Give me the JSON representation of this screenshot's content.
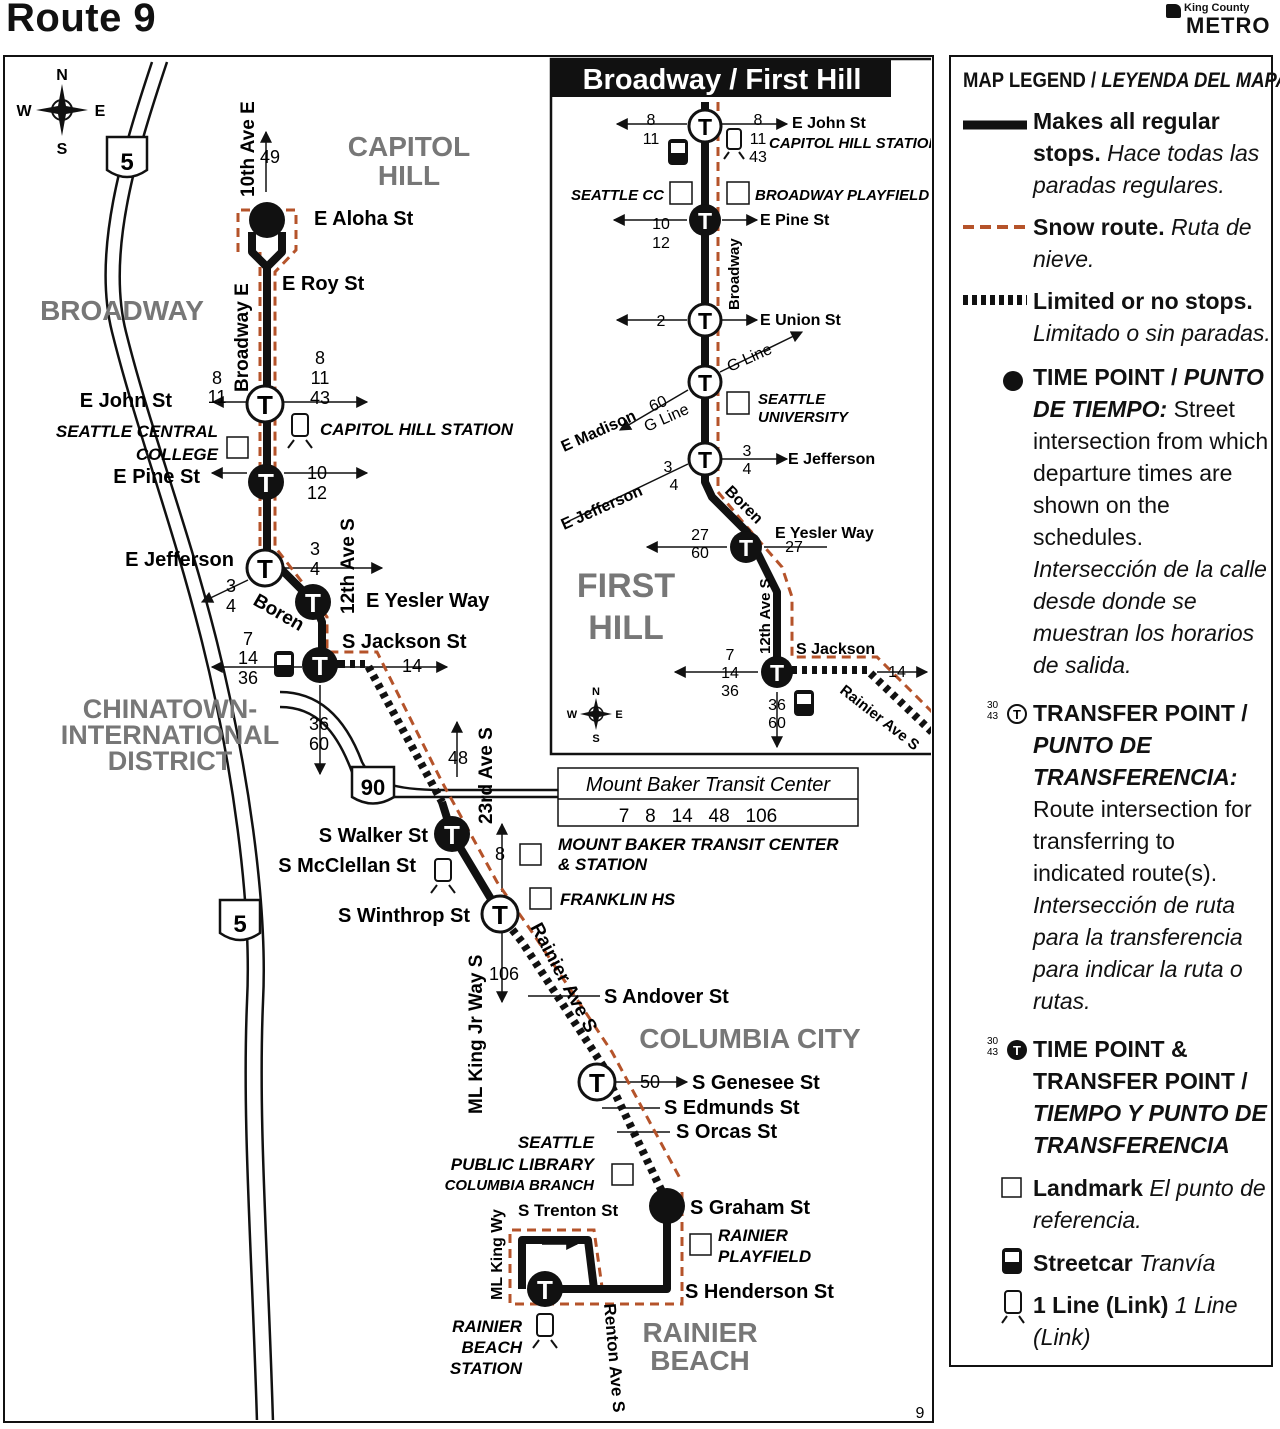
{
  "header": {
    "title": "Route 9",
    "logo_top": "King County",
    "logo_bottom": "METRO"
  },
  "compass": {
    "n": "N",
    "s": "S",
    "e": "E",
    "w": "W"
  },
  "highways": {
    "i5": "5",
    "i90": "90"
  },
  "neighborhoods": {
    "capitol_hill": [
      "CAPITOL",
      "HILL"
    ],
    "broadway": "BROADWAY",
    "chinatown": [
      "CHINATOWN-",
      "INTERNATIONAL",
      "DISTRICT"
    ],
    "columbia_city": "COLUMBIA CITY",
    "rainier_beach": [
      "RAINIER",
      "BEACH"
    ]
  },
  "streets": {
    "tenth_ave": "10th Ave E",
    "broadway_e": "Broadway E",
    "twelfth_ave": "12th Ave S",
    "boren": "Boren",
    "twenty_third": "23rd Ave S",
    "mlk": "ML King Jr Way S",
    "rainier_ave": "Rainier Ave S",
    "ml_king_way": "ML King Wy",
    "renton_ave": "Renton Ave S"
  },
  "stops": {
    "aloha": "E Aloha St",
    "roy": "E Roy St",
    "john": "E John St",
    "pine": "E Pine St",
    "jefferson": "E Jefferson",
    "yesler": "E Yesler Way",
    "jackson": "S Jackson St",
    "walker": "S Walker St",
    "mcclellan": "S McClellan St",
    "winthrop": "S Winthrop St",
    "andover": "S Andover St",
    "genesee": "S Genesee St",
    "edmunds": "S Edmunds St",
    "orcas": "S Orcas St",
    "graham": "S Graham St",
    "trenton": "S Trenton St",
    "henderson": "S Henderson St"
  },
  "landmarks": {
    "capitol_station": "CAPITOL HILL STATION",
    "seattle_central": [
      "SEATTLE CENTRAL",
      "COLLEGE"
    ],
    "mt_baker_station": [
      "MOUNT BAKER TRANSIT CENTER",
      "& STATION"
    ],
    "franklin": "FRANKLIN HS",
    "library": [
      "SEATTLE",
      "PUBLIC LIBRARY",
      "COLUMBIA BRANCH"
    ],
    "rainier_playfield": [
      "RAINIER",
      "PLAYFIELD"
    ],
    "rainier_beach_station": [
      "RAINIER",
      "BEACH",
      "STATION"
    ]
  },
  "transit_center": {
    "name": "Mount Baker Transit Center",
    "routes": "7   8   14   48   106"
  },
  "routes_labels": {
    "r49": "49",
    "john_left": [
      "8",
      "11"
    ],
    "john_right": [
      "8",
      "11",
      "43"
    ],
    "pine": [
      "10",
      "12"
    ],
    "jefferson_up": [
      "3",
      "4"
    ],
    "jefferson_down": [
      "3",
      "4"
    ],
    "jackson_left": [
      "7",
      "14",
      "36"
    ],
    "jackson_right": "14",
    "jackson_down": [
      "36",
      "60"
    ],
    "r48": "48",
    "r8": "8",
    "r106": "106",
    "r50": "50"
  },
  "inset": {
    "title": "Broadway / First Hill",
    "area": [
      "FIRST",
      "HILL"
    ],
    "streets": {
      "john": "E John St",
      "capitol_station": "CAPITOL HILL STATION",
      "seattle_cc": "SEATTLE CC",
      "playfield": "BROADWAY PLAYFIELD",
      "pine": "E Pine St",
      "broadway": "Broadway",
      "union": "E Union St",
      "gline": "G Line",
      "madison": "E Madison",
      "seattle_u": [
        "SEATTLE",
        "UNIVERSITY"
      ],
      "jefferson": "E Jefferson",
      "jefferson_sw": "E Jefferson",
      "boren": "Boren",
      "yesler": "E Yesler Way",
      "twelfth": "12th Ave S",
      "jackson": "S Jackson",
      "rainier": "Rainier Ave S"
    },
    "routes": {
      "john_left": [
        "8",
        "11"
      ],
      "john_right_top": "8",
      "john_right": [
        "11",
        "43"
      ],
      "pine": [
        "10",
        "12"
      ],
      "union": "2",
      "madison": "60",
      "jefferson": [
        "3",
        "4"
      ],
      "jefferson_sw": [
        "3",
        "4"
      ],
      "yesler_left": [
        "27",
        "60"
      ],
      "yesler_right": "27",
      "jackson_left": [
        "7",
        "14",
        "36"
      ],
      "jackson_right": "14",
      "jackson_down": [
        "36",
        "60"
      ]
    }
  },
  "page_number": "9",
  "legend": {
    "title": "MAP LEGEND / ",
    "title_es": "LEYENDA DEL MAPA",
    "regular": {
      "en": "Makes all regular stops.",
      "es": "Hace todas las paradas regulares."
    },
    "snow": {
      "en": "Snow route.",
      "es": "Ruta de nieve."
    },
    "limited": {
      "en": "Limited or no stops.",
      "es": "Limitado o sin paradas."
    },
    "timepoint": {
      "en": "TIME POINT / ",
      "en_es": "PUNTO DE TIEMPO:",
      "desc": "Street intersection from which departure times are shown on the schedules.",
      "es": "Intersección de la calle desde donde se muestran los horarios de salida."
    },
    "transfer": {
      "en": "TRANSFER POINT / ",
      "en_es": "PUNTO DE TRANSFERENCIA:",
      "desc": "Route intersection for transferring to indicated route(s).",
      "es": "Intersección de ruta para la transferencia para indicar la ruta o rutas."
    },
    "time_transfer": {
      "en": "TIME POINT & TRANSFER POINT / ",
      "es": "TIEMPO Y PUNTO DE TRANSFERENCIA"
    },
    "landmark": {
      "en": "Landmark",
      "es": "El punto de referencia."
    },
    "streetcar": {
      "en": "Streetcar",
      "es": "Tranvía"
    },
    "link": {
      "en": "1 Line (Link)",
      "es": "1 Line (Link)"
    },
    "sym_routes": [
      "30",
      "43"
    ]
  }
}
